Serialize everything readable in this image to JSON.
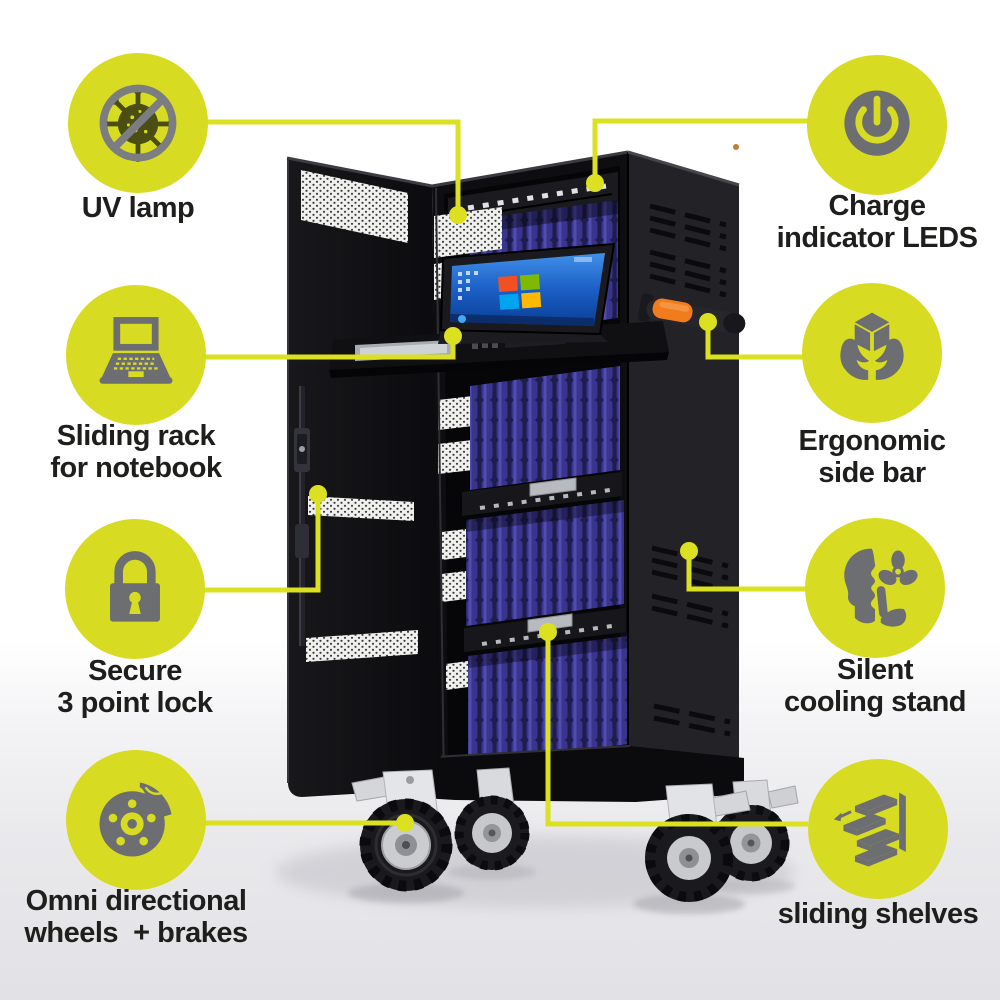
{
  "illustration": {
    "description": "black notebook charging cart with open front door, four bays of blue device slots, laptop on sliding rack showing blue desktop, orange side handle, four caster wheels with brakes"
  },
  "colors": {
    "accent_yellow": "#d7db22",
    "connector_yellow": "#dbe021",
    "icon_gray": "#6d6e71",
    "label_text": "#1e1e1c",
    "cart_black": "#121215",
    "device_blue": "#39348c",
    "handle_orange": "#f07c1e",
    "background": "#ffffff",
    "floor_gray": "#e9e9ec"
  },
  "features": {
    "uv_lamp": {
      "line1": "UV lamp",
      "icon": "no-virus-icon"
    },
    "charge_leds": {
      "line1": "Charge",
      "line2": "indicator LEDS",
      "icon": "power-icon"
    },
    "sliding_rack": {
      "line1": "Sliding rack",
      "line2": "for notebook",
      "icon": "laptop-icon"
    },
    "ergonomic_bar": {
      "line1": "Ergonomic",
      "line2": "side bar",
      "icon": "hands-holding-box-icon"
    },
    "secure_lock": {
      "line1": "Secure",
      "line2": "3 point lock",
      "icon": "padlock-icon"
    },
    "silent_cooling": {
      "line1": "Silent",
      "line2": "cooling stand",
      "icon": "quiet-cooling-icon"
    },
    "wheels": {
      "line1": "Omni directional",
      "line2": "wheels  + brakes",
      "icon": "brake-disc-icon"
    },
    "sliding_shelves": {
      "line1": "sliding shelves",
      "icon": "sliding-shelves-icon"
    }
  }
}
